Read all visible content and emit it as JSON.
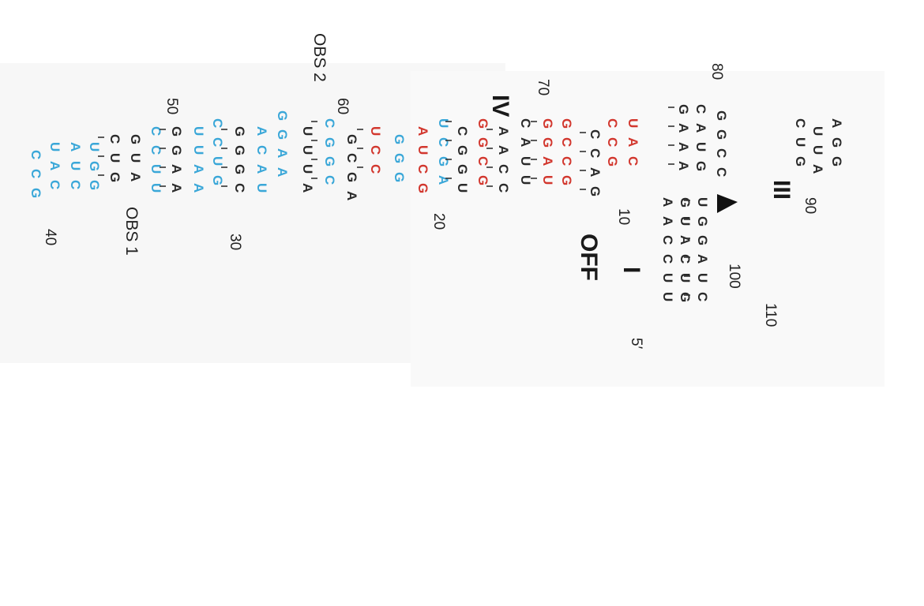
{
  "colors": {
    "base": "#2a2a2a",
    "red": "#d2372e",
    "blue": "#3aa7d8"
  },
  "labels": {
    "obs2": "OBS 2",
    "obs1": "OBS 1",
    "off": "OFF",
    "stem_iv": "IV",
    "stem_iii": "III",
    "stem_i": "I",
    "five_prime": "5′"
  },
  "ticks": {
    "t80": "80",
    "t70": "70",
    "t60": "60",
    "t50": "50",
    "t40": "40",
    "t30": "30",
    "t20": "20",
    "t10": "10",
    "t90": "90",
    "t100": "100",
    "t110": "110"
  },
  "nucleotides": [
    "G",
    "A",
    "A",
    "A",
    "C",
    "A",
    "U",
    "G",
    "G",
    "G",
    "C",
    "C",
    "C",
    "U",
    "G",
    "U",
    "U",
    "A",
    "A",
    "G",
    "G",
    "A",
    "A",
    "C",
    "C",
    "U",
    "U",
    "G",
    "U",
    "A",
    "C",
    "U",
    "G",
    "U",
    "G",
    "G",
    "A",
    "U",
    "C",
    "U",
    "A",
    "C",
    "C",
    "C",
    "G",
    "C",
    "C",
    "A",
    "G",
    "G",
    "C",
    "C",
    "G",
    "G",
    "G",
    "A",
    "U",
    "C",
    "A",
    "U",
    "U",
    "A",
    "A",
    "C",
    "C",
    "G",
    "G",
    "C",
    "G",
    "C",
    "G",
    "G",
    "U",
    "U",
    "C",
    "G",
    "A",
    "A",
    "U",
    "C",
    "G",
    "G",
    "G",
    "G",
    "U",
    "C",
    "C",
    "G",
    "C",
    "G",
    "A",
    "C",
    "G",
    "G",
    "C",
    "U",
    "U",
    "U",
    "A",
    "G"
  ],
  "pair_symbols": [
    "-",
    "•"
  ]
}
